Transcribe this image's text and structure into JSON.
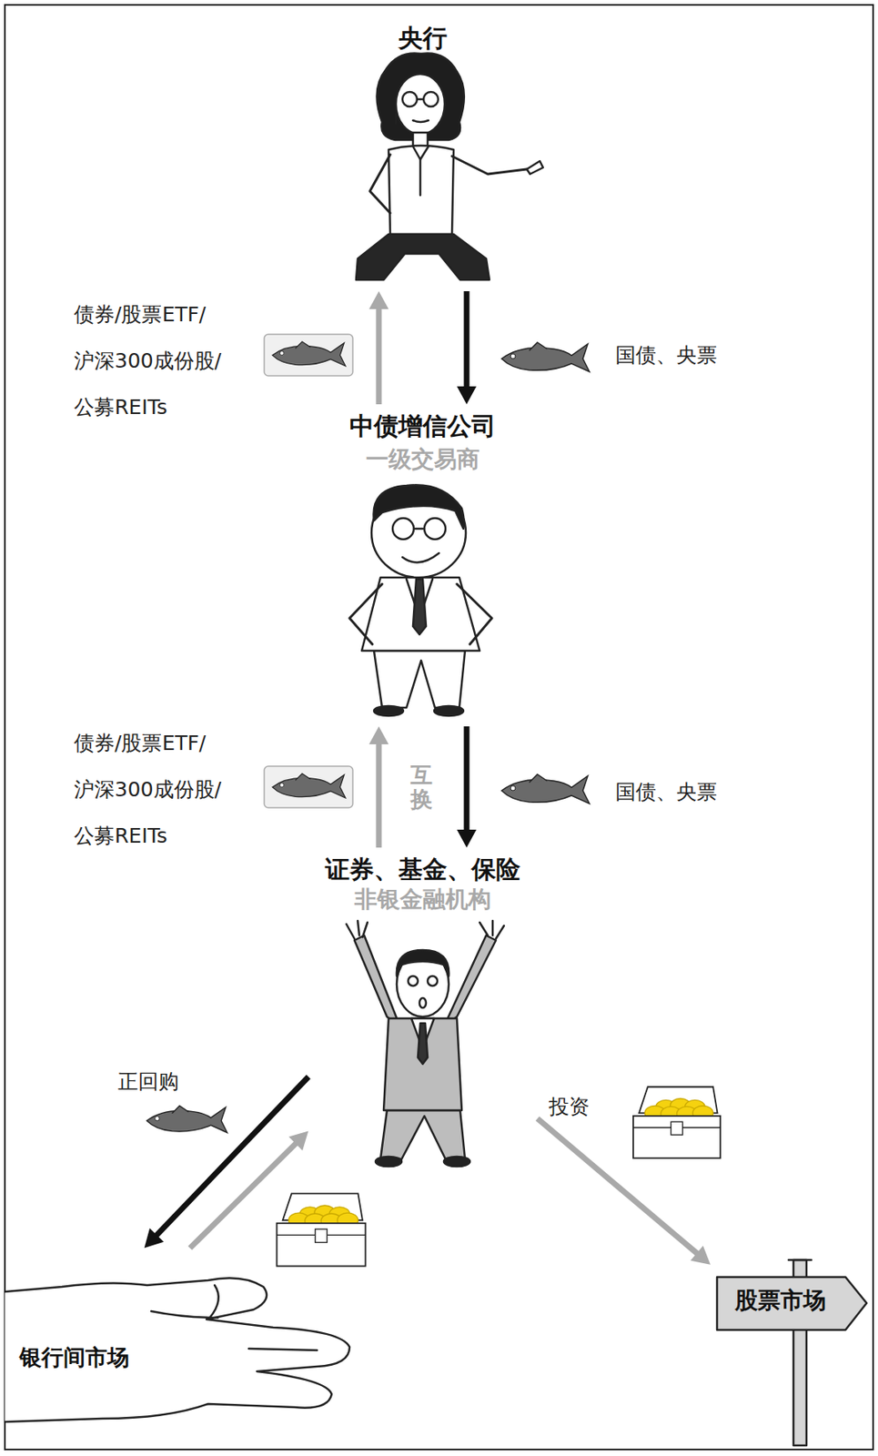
{
  "diagram": {
    "nodes": [
      {
        "text": [
          "央行"
        ]
      },
      {
        "text": [
          "中债增信公司",
          "一级交易商"
        ]
      },
      {
        "text": [
          "证券、基金、保险",
          "非银金融机构"
        ]
      },
      {
        "text": [
          "银行间市场"
        ]
      },
      {
        "text": [
          "股票市场"
        ]
      }
    ],
    "edges": [
      {
        "from": 1,
        "to": 0,
        "arrow": "to",
        "label": "债券/股票ETF/ 沪深300成份股/ 公募REITs"
      },
      {
        "from": 0,
        "to": 1,
        "arrow": "to",
        "label": "国债、央票"
      },
      {
        "from": 2,
        "to": 1,
        "arrow": "to",
        "label": "债券/股票ETF/ 沪深300成份股/ 公募REITs"
      },
      {
        "from": 1,
        "to": 2,
        "arrow": "to",
        "label": "国债、央票"
      },
      {
        "from": 2,
        "to": 3,
        "arrow": "to",
        "label": "正回购"
      },
      {
        "from": 3,
        "to": 2,
        "arrow": "to"
      },
      {
        "from": 2,
        "to": 4,
        "arrow": "to",
        "label": "投资"
      }
    ],
    "labels": [
      "互换"
    ]
  }
}
